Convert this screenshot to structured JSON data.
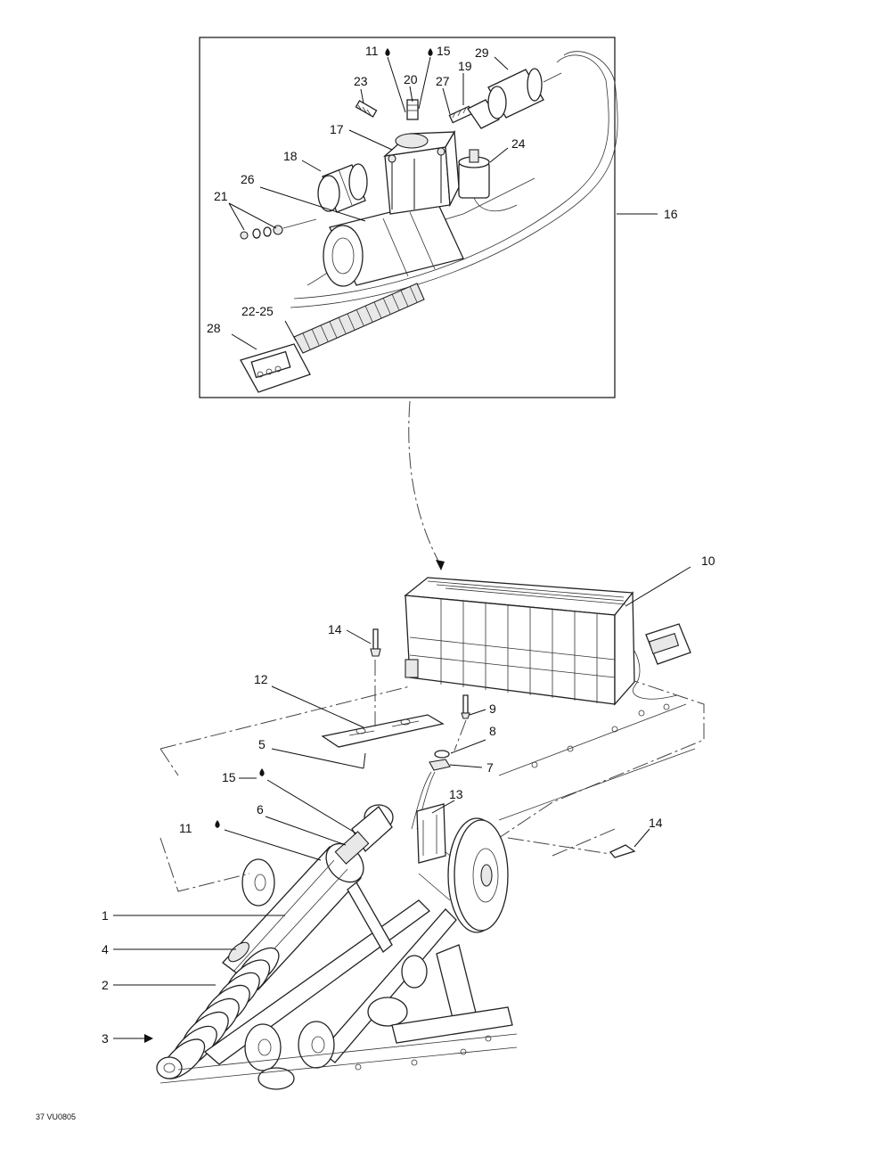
{
  "callouts": {
    "c1": "1",
    "c2": "2",
    "c3": "3",
    "c4": "4",
    "c5": "5",
    "c6": "6",
    "c7": "7",
    "c8": "8",
    "c9": "9",
    "c10": "10",
    "c11a": "11",
    "c11b": "11",
    "c12": "12",
    "c13": "13",
    "c14a": "14",
    "c14b": "14",
    "c15a": "15",
    "c15b": "15",
    "c16": "16",
    "c17": "17",
    "c18": "18",
    "c19": "19",
    "c20": "20",
    "c21": "21",
    "c22_25": "22-25",
    "c23": "23",
    "c24": "24",
    "c26": "26",
    "c27": "27",
    "c28": "28",
    "c29": "29"
  },
  "figure_code": "37 VU0805"
}
